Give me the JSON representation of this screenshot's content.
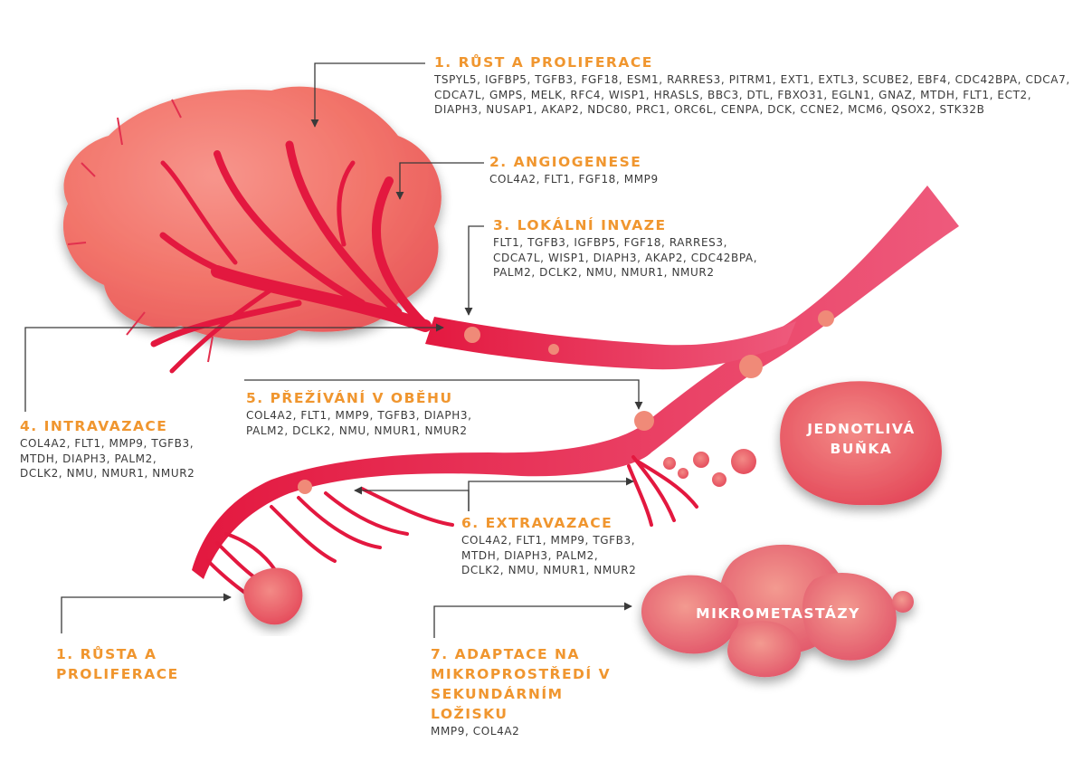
{
  "colors": {
    "accent_orange": "#f0962f",
    "vessel": "#e8204a",
    "tissue": "#f2746a",
    "text": "#3a3a3a",
    "callout_text": "#ffffff"
  },
  "stages": [
    {
      "title": "1. RŮST A PROLIFERACE",
      "genes": "TSPYL5, IGFBP5, TGFB3, FGF18, ESM1, RARRES3, PITRM1, EXT1, EXTL3, SCUBE2, EBF4, CDC42BPA, CDCA7,\nCDCA7L, GMPS, MELK, RFC4, WISP1, HRASLS, BBC3, DTL, FBXO31, EGLN1, GNAZ, MTDH, FLT1, ECT2,\nDIAPH3, NUSAP1, AKAP2, NDC80, PRC1, ORC6L, CENPA, DCK, CCNE2, MCM6, QSOX2, STK32B"
    },
    {
      "title": "2. ANGIOGENESE",
      "genes": "COL4A2, FLT1, FGF18, MMP9"
    },
    {
      "title": "3. LOKÁLNÍ INVAZE",
      "genes": "FLT1, TGFB3, IGFBP5, FGF18, RARRES3,\nCDCA7L, WISP1, DIAPH3, AKAP2, CDC42BPA,\nPALM2, DCLK2, NMU, NMUR1, NMUR2"
    },
    {
      "title": "4. INTRAVAZACE",
      "genes": "COL4A2, FLT1, MMP9, TGFB3,\nMTDH, DIAPH3, PALM2,\nDCLK2, NMU, NMUR1, NMUR2"
    },
    {
      "title": "5. PŘEŽÍVÁNÍ V OBĚHU",
      "genes": "COL4A2, FLT1, MMP9, TGFB3, DIAPH3,\nPALM2, DCLK2, NMU, NMUR1, NMUR2"
    },
    {
      "title": "6. EXTRAVAZACE",
      "genes": "COL4A2, FLT1, MMP9, TGFB3,\nMTDH, DIAPH3, PALM2,\nDCLK2, NMU, NMUR1, NMUR2"
    },
    {
      "title": "1. RŮSTA A\nPROLIFERACE",
      "genes": ""
    },
    {
      "title": "7. ADAPTACE NA\nMIKROPROSTŘEDÍ V\nSEKUNDÁRNÍM\nLOŽISKU",
      "genes": "MMP9, COL4A2"
    }
  ],
  "callouts": {
    "single_cell": "JEDNOTLIVÁ\nBUŇKA",
    "micrometastases": "MIKROMETASTÁZY"
  }
}
